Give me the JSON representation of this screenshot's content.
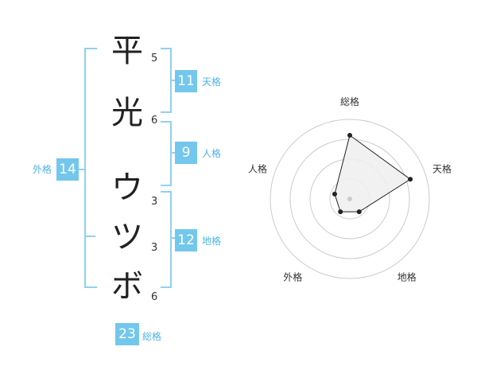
{
  "name_chars": [
    {
      "char": "平",
      "strokes": "5"
    },
    {
      "char": "光",
      "strokes": "6"
    },
    {
      "char": "ウ",
      "strokes": "3"
    },
    {
      "char": "ツ",
      "strokes": "3"
    },
    {
      "char": "ボ",
      "strokes": "6"
    }
  ],
  "kakusu": {
    "tenkaku": {
      "value": "11",
      "label": "天格"
    },
    "jinkaku": {
      "value": "9",
      "label": "人格"
    },
    "chikaku": {
      "value": "12",
      "label": "地格"
    },
    "gaikaku": {
      "value": "14",
      "label": "外格"
    },
    "soukaku": {
      "value": "23",
      "label": "総格"
    }
  },
  "chart_data": {
    "type": "radar",
    "axes": [
      "総格",
      "天格",
      "地格",
      "外格",
      "人格"
    ],
    "rings": 4,
    "values": [
      4,
      4,
      1,
      1,
      1
    ],
    "max": 5,
    "fill_color": "#eeeeee",
    "line_color": "#222222",
    "ring_color": "#cccccc"
  }
}
